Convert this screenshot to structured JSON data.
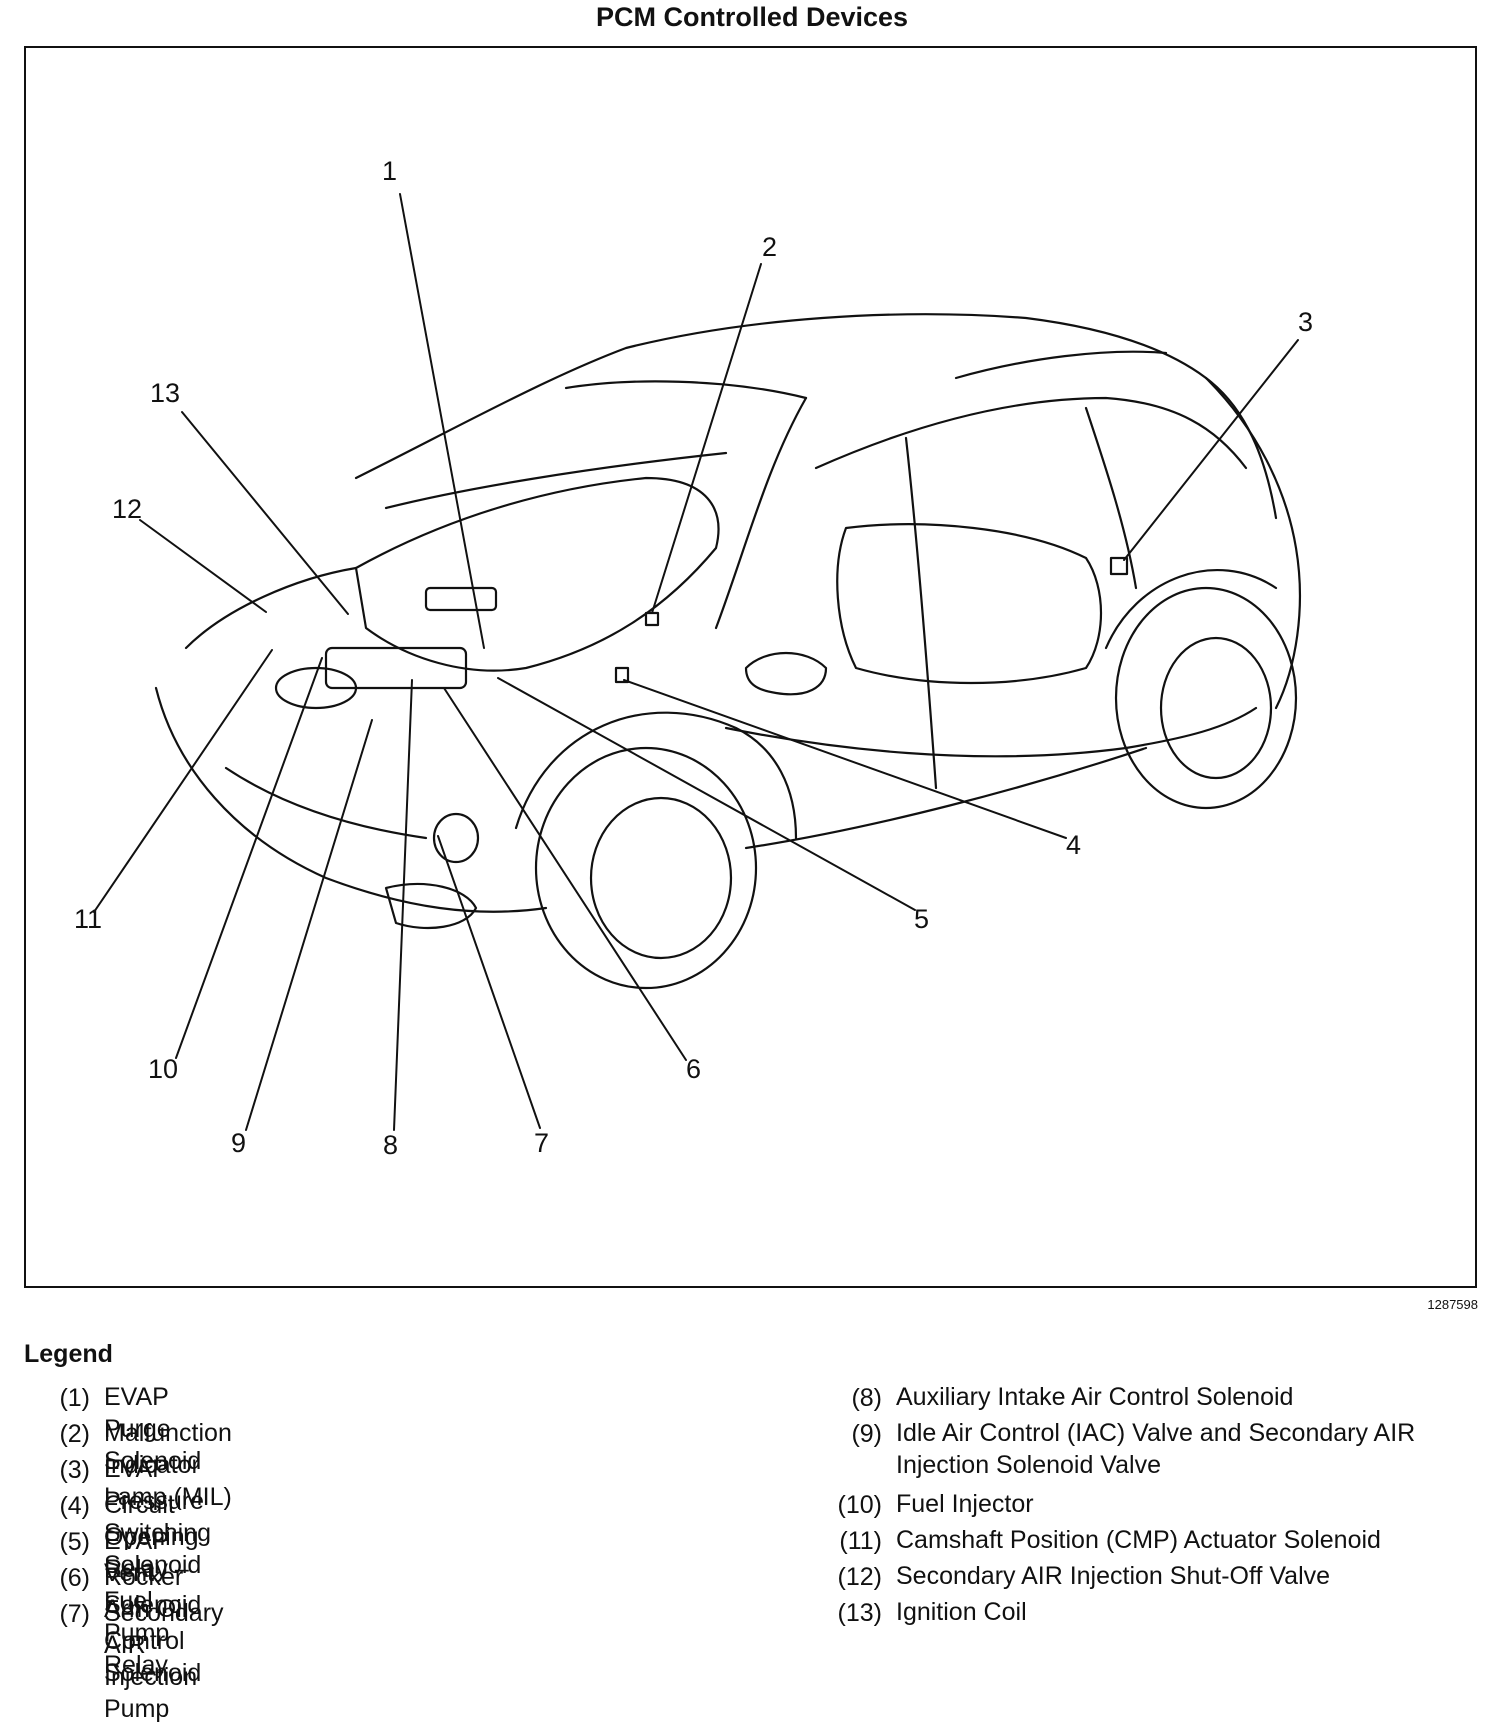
{
  "title": "PCM Controlled Devices",
  "figure_id": "1287598",
  "legend": {
    "heading": "Legend",
    "items": [
      {
        "num": "(1)",
        "text": "EVAP Purge Solenoid"
      },
      {
        "num": "(2)",
        "text": "Malfunction Indicator Lamp (MIL)"
      },
      {
        "num": "(3)",
        "text": "EVAP Pressure Switching Solenoid"
      },
      {
        "num": "(4)",
        "text": "Circuit Opening Relay – Fuel Pump Relay"
      },
      {
        "num": "(5)",
        "text": "EVAP Vent Solenoid"
      },
      {
        "num": "(6)",
        "text": "Rocker Arm Oil Control Solenoid"
      },
      {
        "num": "(7)",
        "text": "Secondary AIR Injection Pump"
      },
      {
        "num": "(8)",
        "text": "Auxiliary Intake Air Control Solenoid"
      },
      {
        "num": "(9)",
        "text": "Idle Air Control (IAC) Valve and Secondary AIR Injection Solenoid Valve"
      },
      {
        "num": "(10)",
        "text": "Fuel Injector"
      },
      {
        "num": "(11)",
        "text": "Camshaft Position (CMP) Actuator Solenoid"
      },
      {
        "num": "(12)",
        "text": "Secondary AIR Injection Shut-Off Valve"
      },
      {
        "num": "(13)",
        "text": "Ignition Coil"
      }
    ]
  },
  "callouts": [
    "1",
    "2",
    "3",
    "4",
    "5",
    "6",
    "7",
    "8",
    "9",
    "10",
    "11",
    "12",
    "13"
  ]
}
